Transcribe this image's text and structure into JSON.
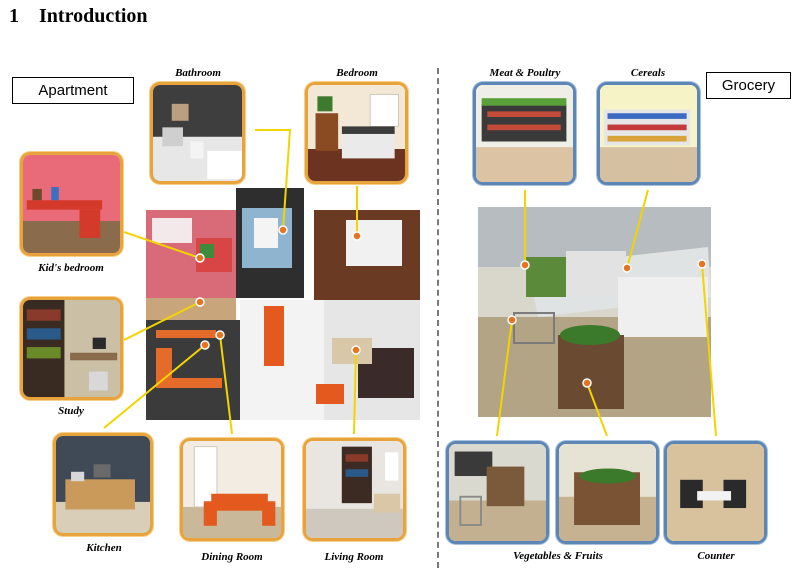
{
  "section": {
    "number": "1",
    "title": "Introduction"
  },
  "apartment": {
    "label": "Apartment",
    "captions": {
      "bathroom": "Bathroom",
      "bedroom": "Bedroom",
      "kids_bedroom": "Kid's bedroom",
      "study": "Study",
      "kitchen": "Kitchen",
      "dining_room": "Dining Room",
      "living_room": "Living Room"
    }
  },
  "grocery": {
    "label": "Grocery",
    "captions": {
      "meat_poultry": "Meat & Poultry",
      "cereals": "Cereals",
      "vegetables_fruits": "Vegetables & Fruits",
      "counter": "Counter"
    }
  },
  "colors": {
    "apartment_frame": "#e8a33c",
    "grocery_frame": "#5b86b5",
    "connector": "#f2d400",
    "marker": "#e8731e"
  }
}
